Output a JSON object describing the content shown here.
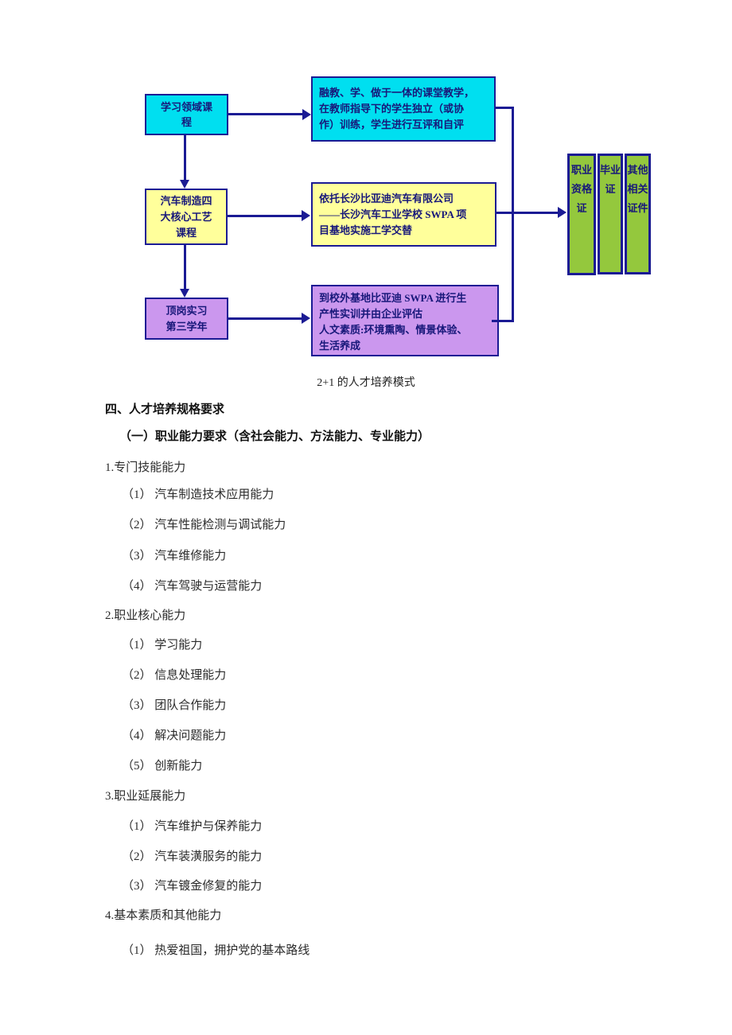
{
  "colors": {
    "box_cyan": "#00dff0",
    "box_yellow": "#ffff9b",
    "box_purple": "#cb97ee",
    "box_green": "#94c83d",
    "line_navy": "#1b1b94",
    "box_text_navy": "#18187a",
    "body_text": "#2b2b2b"
  },
  "diagram": {
    "left_boxes": [
      {
        "label": "学习领域课\n程"
      },
      {
        "label": "汽车制造四\n大核心工艺\n课程"
      },
      {
        "label": "顶岗实习\n第三学年"
      }
    ],
    "middle_boxes": [
      {
        "label": "融教、学、做于一体的课堂教学，\n在教师指导下的学生独立（或协\n作）训练，学生进行互评和自评"
      },
      {
        "label": "依托长沙比亚迪汽车有限公司\n——长沙汽车工业学校 SWPA 项\n目基地实施工学交替"
      },
      {
        "label": "到校外基地比亚迪 SWPA 进行生\n产性实训并由企业评估\n人文素质:环境熏陶、情景体验、\n生活养成"
      }
    ],
    "right_boxes": [
      {
        "label": "职业资格证"
      },
      {
        "label": "毕业证"
      },
      {
        "label": "其他相关证件"
      }
    ],
    "caption": "2+1 的人才培养模式"
  },
  "body": {
    "heading1": "四、人才培养规格要求",
    "heading2": "（一）职业能力要求（含社会能力、方法能力、专业能力）",
    "sections": [
      {
        "title": "1.专门技能能力",
        "items": [
          "（1） 汽车制造技术应用能力",
          "（2） 汽车性能检测与调试能力",
          "（3） 汽车维修能力",
          "（4） 汽车驾驶与运营能力"
        ]
      },
      {
        "title": "2.职业核心能力",
        "items": [
          "（1） 学习能力",
          "（2） 信息处理能力",
          "（3） 团队合作能力",
          "（4） 解决问题能力",
          "（5） 创新能力"
        ]
      },
      {
        "title": "3.职业延展能力",
        "items": [
          "（1） 汽车维护与保养能力",
          "（2） 汽车装潢服务的能力",
          "（3） 汽车镀金修复的能力"
        ]
      },
      {
        "title": "4.基本素质和其他能力",
        "items": [
          "（1） 热爱祖国，拥护党的基本路线"
        ]
      }
    ]
  }
}
